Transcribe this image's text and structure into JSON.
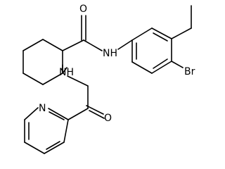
{
  "atom_labels": {
    "o_top": "O",
    "nh_right": "NH",
    "br": "Br",
    "nh_mid": "NH",
    "o_bottom": "O",
    "n_pyridine": "N"
  }
}
